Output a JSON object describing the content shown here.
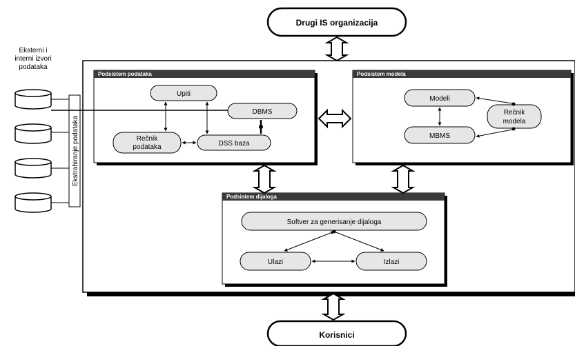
{
  "external_systems": {
    "label": "Drugi IS organizacija"
  },
  "users": {
    "label": "Korisnici"
  },
  "sources": {
    "label_lines": [
      "Eksterni i",
      "interni izvori",
      "podataka"
    ],
    "extraction_label": "Ekstrahiranje podataka"
  },
  "data_subsystem": {
    "title": "Podsistem podataka",
    "nodes": {
      "upiti": "Upiti",
      "dbms": "DBMS",
      "recnik_lines": [
        "Rečnik",
        "podataka"
      ],
      "dss": "DSS baza"
    }
  },
  "model_subsystem": {
    "title": "Podsistem modela",
    "nodes": {
      "modeli": "Modeli",
      "mbms": "MBMS",
      "recnik_lines": [
        "Rečnik",
        "modela"
      ]
    }
  },
  "dialog_subsystem": {
    "title": "Podsistem dijaloga",
    "nodes": {
      "softver": "Softver za generisanje dijaloga",
      "ulazi": "Ulazi",
      "izlazi": "Izlazi"
    }
  },
  "colors": {
    "panel_header": "#3a3a3a",
    "node_fill": "#e6e6e6",
    "line": "#000000"
  }
}
